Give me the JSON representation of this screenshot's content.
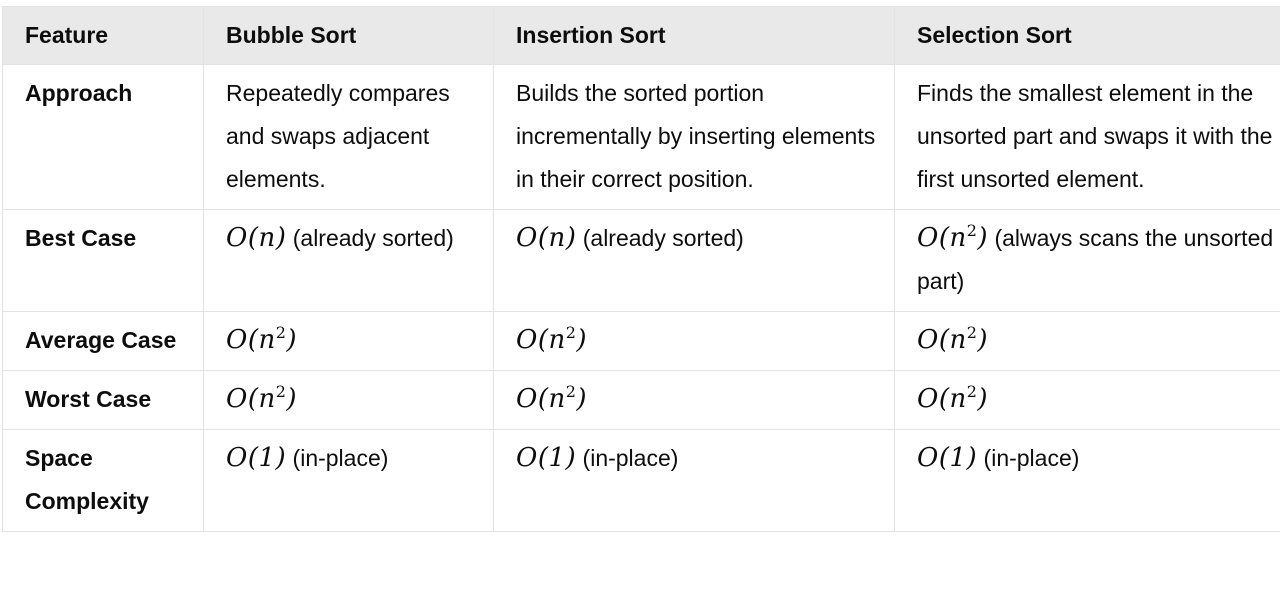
{
  "table": {
    "headers": [
      "Feature",
      "Bubble Sort",
      "Insertion Sort",
      "Selection Sort"
    ],
    "rows": [
      {
        "feature": "Approach",
        "cells": [
          {
            "text": "Repeatedly compares and swaps adjacent elements."
          },
          {
            "text": "Builds the sorted portion incrementally by inserting elements in their correct position."
          },
          {
            "text": "Finds the smallest element in the unsorted part and swaps it with the first unsorted element."
          }
        ]
      },
      {
        "feature": "Best Case",
        "cells": [
          {
            "math": "O(n)",
            "note": "(already sorted)"
          },
          {
            "math": "O(n)",
            "note": "(already sorted)"
          },
          {
            "math": "O(n",
            "exp": "2",
            "math_end": ")",
            "note": "(always scans the unsorted part)"
          }
        ]
      },
      {
        "feature": "Average Case",
        "cells": [
          {
            "math": "O(n",
            "exp": "2",
            "math_end": ")"
          },
          {
            "math": "O(n",
            "exp": "2",
            "math_end": ")"
          },
          {
            "math": "O(n",
            "exp": "2",
            "math_end": ")"
          }
        ]
      },
      {
        "feature": "Worst Case",
        "cells": [
          {
            "math": "O(n",
            "exp": "2",
            "math_end": ")"
          },
          {
            "math": "O(n",
            "exp": "2",
            "math_end": ")"
          },
          {
            "math": "O(n",
            "exp": "2",
            "math_end": ")"
          }
        ]
      },
      {
        "feature": "Space Complexity",
        "cells": [
          {
            "math": "O(1)",
            "note": "(in-place)"
          },
          {
            "math": "O(1)",
            "note": "(in-place)"
          },
          {
            "math": "O(1)",
            "note": "(in-place)"
          }
        ]
      }
    ]
  }
}
